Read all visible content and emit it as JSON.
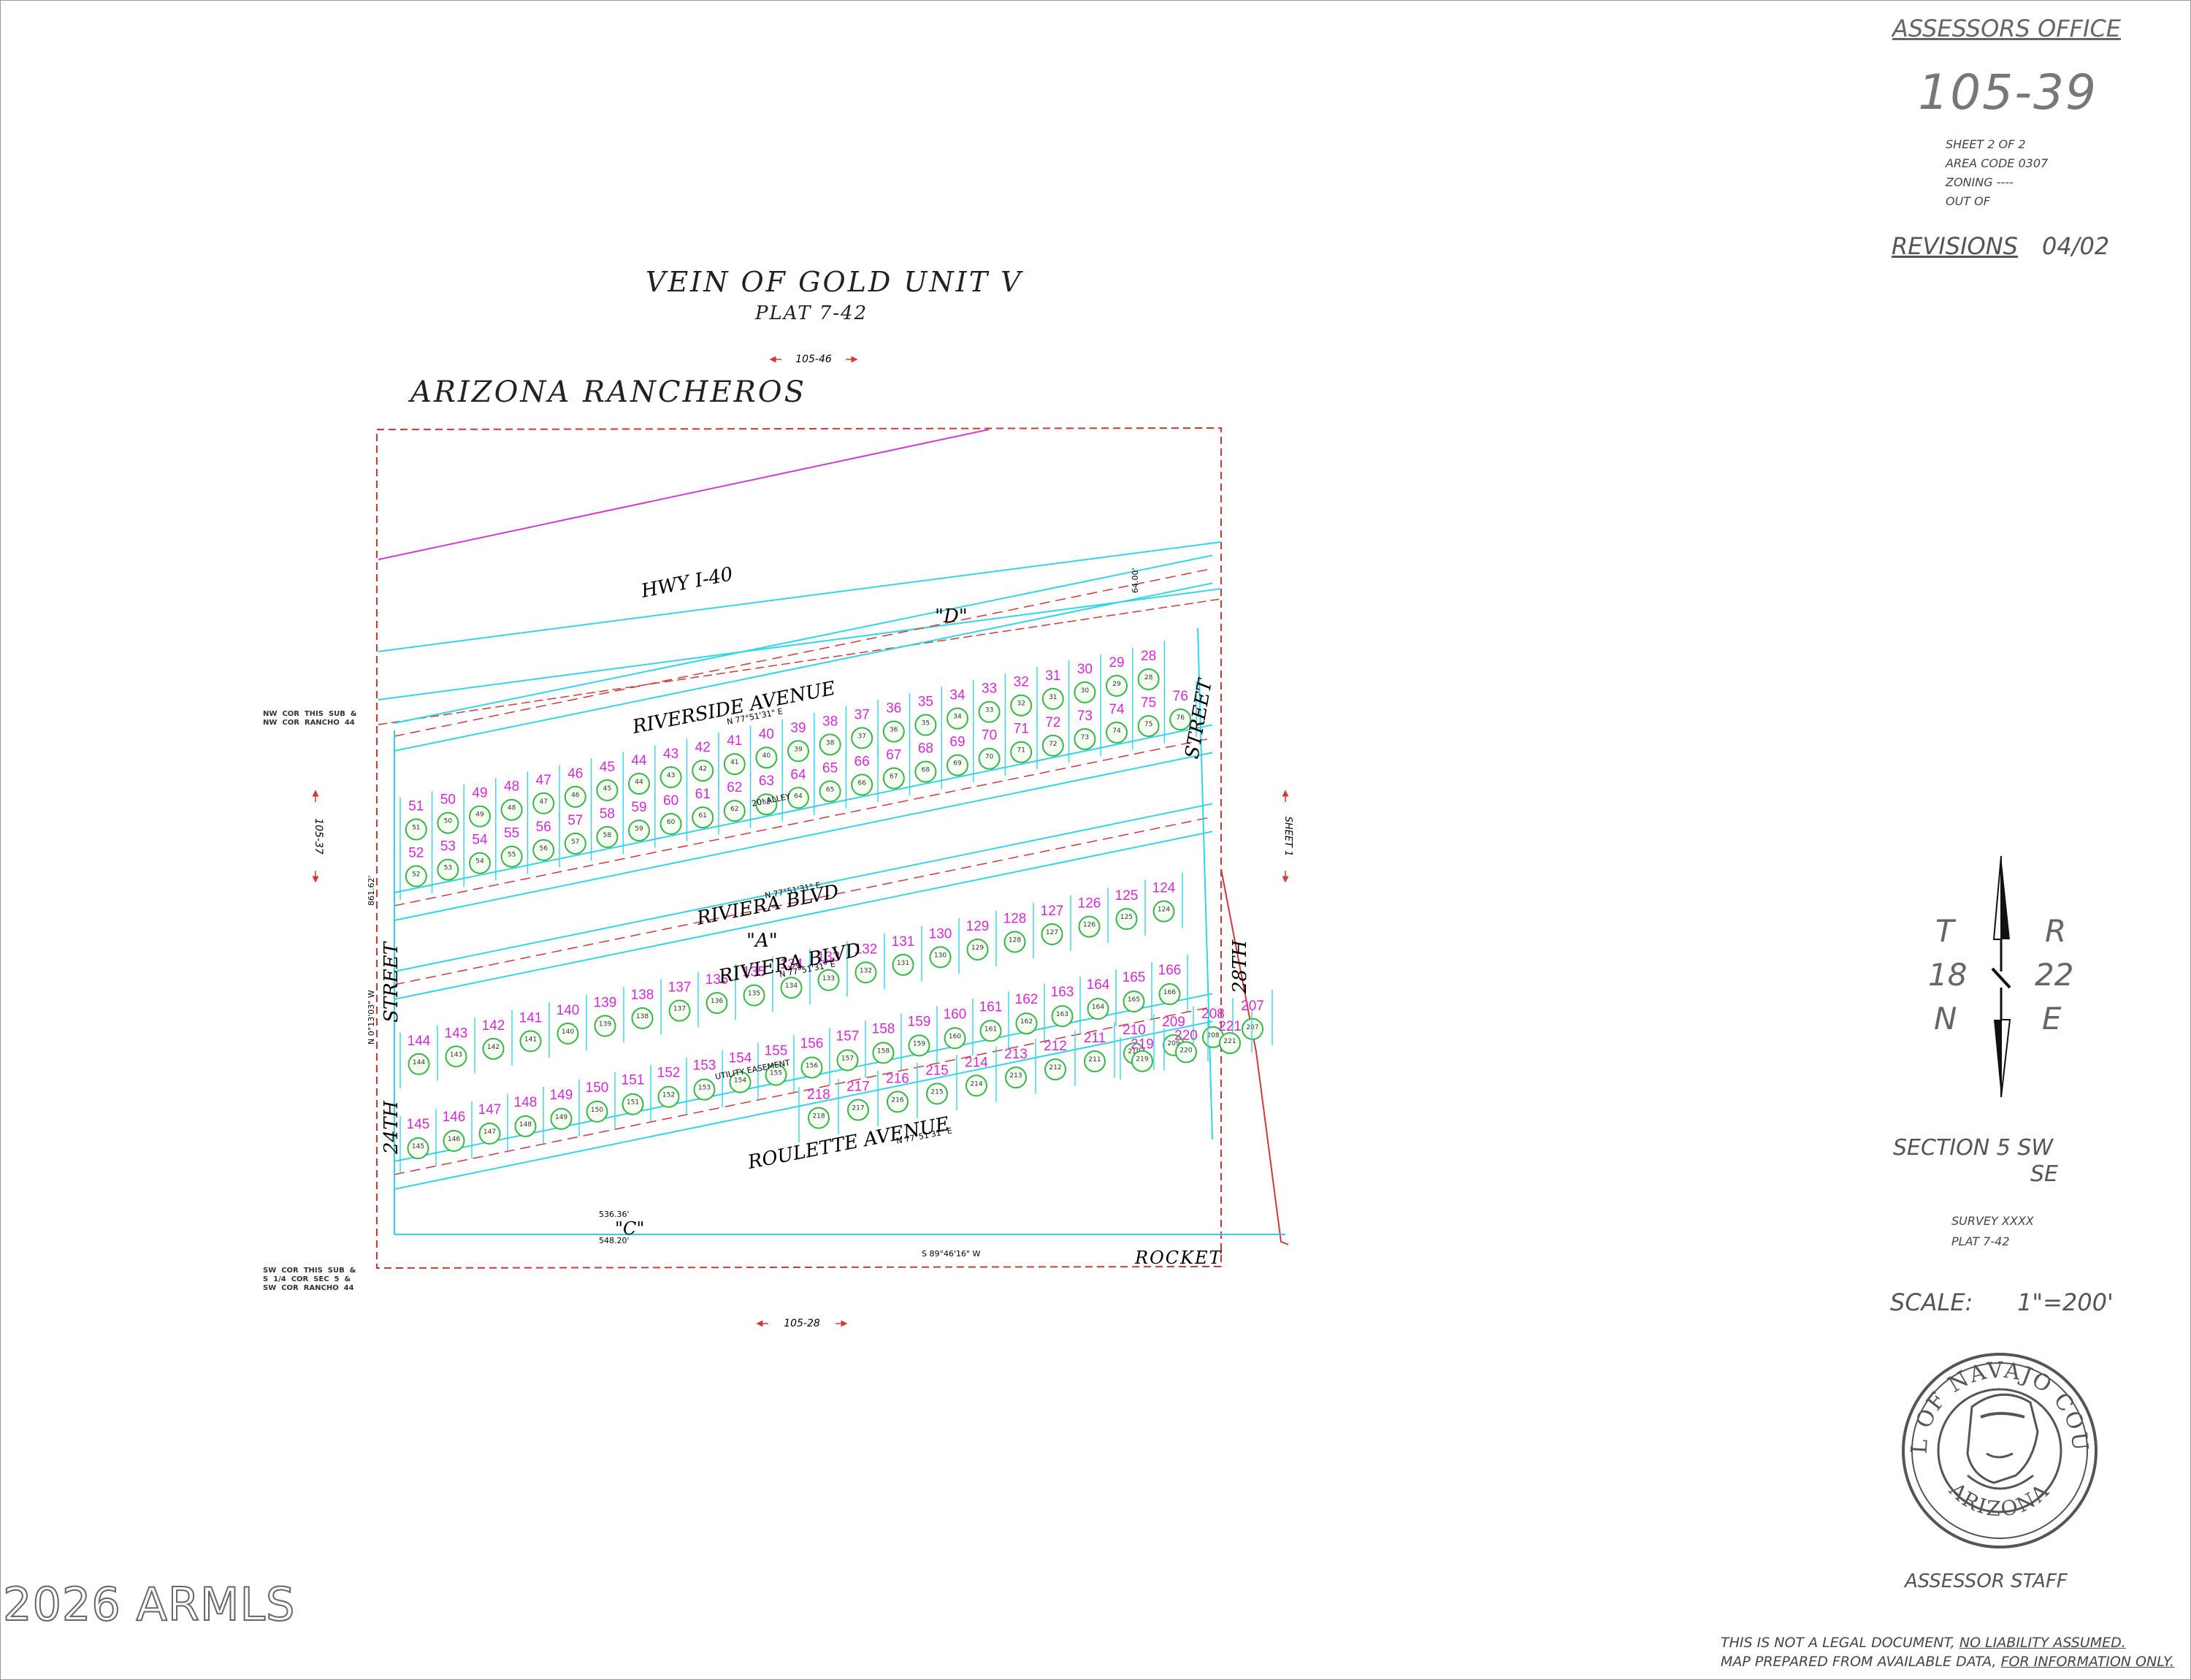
{
  "header": {
    "office": "ASSESSORS OFFICE",
    "map_number": "105-39",
    "sheet": "SHEET   2  OF  2",
    "area_code": "AREA  CODE  0307",
    "zoning": "ZONING  ----",
    "out_of": "OUT  OF",
    "revisions_label": "REVISIONS",
    "revisions_date": "04/02"
  },
  "title": {
    "subdivision": "VEIN  OF  GOLD  UNIT  V",
    "plat": "PLAT  7-42",
    "ranch": "ARIZONA  RANCHEROS"
  },
  "refs": {
    "top": "105-46",
    "bottom": "105-28",
    "left": "105-37",
    "right": "SHEET 1"
  },
  "streets": {
    "highway": "HWY  I-40",
    "riverside": "RIVERSIDE  AVENUE",
    "riviera_1": "RIVIERA    BLVD",
    "riviera_2": "RIVIERA    BLVD",
    "roulette": "ROULETTE  AVENUE",
    "rocket": "ROCKET",
    "street_24": "24TH",
    "street_24b": "STREET",
    "street_28": "28TH",
    "street_28b": "STREET",
    "alley": "20' ALLEY",
    "utility": "UTILITY EASEMENT"
  },
  "tracts": {
    "a": "\"A\"",
    "c": "\"C\"",
    "d": "\"D\""
  },
  "corners": {
    "nw": "NW  COR  THIS  SUB  &\nNW  COR  RANCHO  44",
    "sw": "SW  COR  THIS  SUB  &\nS  1/4  COR  SEC  5  &\nSW  COR  RANCHO  44"
  },
  "dimensions": {
    "bearing_main": "N 77°51'31\" E",
    "west_total": "861.62'",
    "west_bearing": "N 0°13'03\" W",
    "bottom_bearing": "S 89°46'16\" W",
    "bottom_width": "548.20'",
    "bottom_c": "536.36'",
    "top_64": "64.00'"
  },
  "township": {
    "t": "T",
    "t_val": "18",
    "t_dir": "N",
    "r": "R",
    "r_val": "22",
    "r_dir": "E"
  },
  "section": {
    "label": "SECTION  5  SW",
    "se": "SE",
    "survey": "SURVEY   XXXX",
    "plat": "PLAT      7-42"
  },
  "scale": {
    "label": "SCALE:",
    "value": "1\"=200'"
  },
  "seal": {
    "top": "SEAL OF NAVAJO COUNTY",
    "bottom": "ARIZONA"
  },
  "footer": {
    "staff": "ASSESSOR  STAFF",
    "disclaimer_1": "THIS  IS  NOT  A  LEGAL  DOCUMENT,",
    "disclaimer_1u": "NO  LIABILITY  ASSUMED.",
    "disclaimer_2": "MAP  PREPARED  FROM  AVAILABLE  DATA,",
    "disclaimer_2u": "FOR  INFORMATION  ONLY."
  },
  "watermark": "2026 ARMLS",
  "colors": {
    "lot_line": "#31d6e6",
    "lot_number": "#d42ad4",
    "parcel_circle": "#39b54a",
    "boundary": "#d13838",
    "highway_line": "#d23bd2"
  },
  "lot_rows": [
    {
      "name": "riverside-north",
      "lots": [
        52,
        53,
        54,
        55,
        56,
        57,
        58,
        59,
        60,
        61,
        62,
        63,
        64,
        65,
        66,
        67,
        68,
        69,
        70,
        71,
        72,
        73,
        74,
        75,
        76
      ]
    },
    {
      "name": "riverside-south",
      "lots": [
        51,
        50,
        49,
        48,
        47,
        46,
        45,
        44,
        43,
        42,
        41,
        40,
        39,
        38,
        37,
        36,
        35,
        34,
        33,
        32,
        31,
        30,
        29,
        28
      ]
    },
    {
      "name": "riviera-north",
      "lots": [
        144,
        143,
        142,
        141,
        140,
        139,
        138,
        137,
        136,
        135,
        134,
        133,
        132,
        131,
        130,
        129,
        128,
        127,
        126,
        125,
        124
      ]
    },
    {
      "name": "riviera-south",
      "lots": [
        145,
        146,
        147,
        148,
        149,
        150,
        151,
        152,
        153,
        154,
        155,
        156,
        157,
        158,
        159,
        160,
        161,
        162,
        163,
        164,
        165,
        166
      ]
    },
    {
      "name": "roulette-north",
      "lots": [
        218,
        217,
        216,
        215,
        214,
        213,
        212,
        211,
        210,
        209,
        208,
        207
      ]
    },
    {
      "name": "roulette-south",
      "lots": [
        219,
        220,
        221
      ]
    }
  ]
}
